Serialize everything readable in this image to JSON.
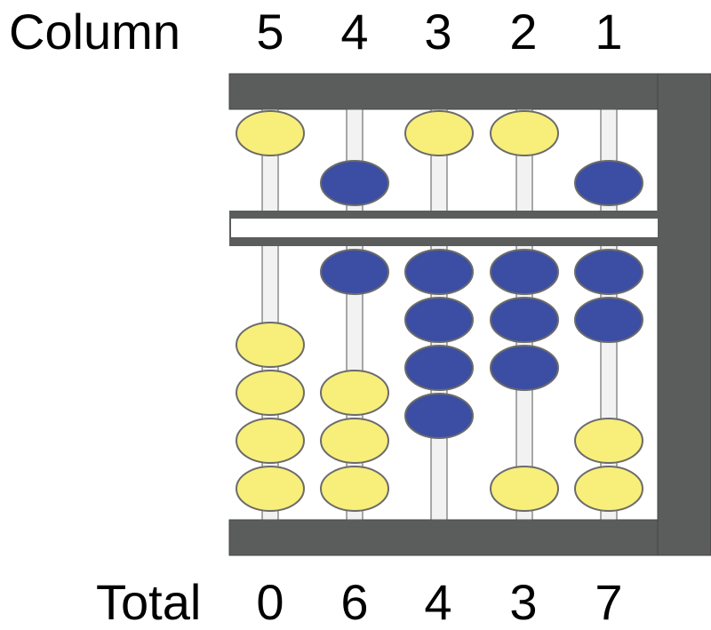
{
  "header": {
    "label": "Column",
    "columns": [
      "5",
      "4",
      "3",
      "2",
      "1"
    ]
  },
  "footer": {
    "label": "Total",
    "totals": [
      "0",
      "6",
      "4",
      "3",
      "7"
    ]
  },
  "abacus": {
    "frame_color": "#5b5d5d",
    "rod_color": "#f2f2f2",
    "bead_outline": "#6b6b6b",
    "active_color": "#3b4ea3",
    "inactive_color": "#f8ee7a",
    "columns": [
      {
        "name": "5",
        "upper_active": false,
        "lower_active": 0,
        "value": 0
      },
      {
        "name": "4",
        "upper_active": true,
        "lower_active": 1,
        "value": 6
      },
      {
        "name": "3",
        "upper_active": false,
        "lower_active": 4,
        "value": 4
      },
      {
        "name": "2",
        "upper_active": false,
        "lower_active": 3,
        "value": 3
      },
      {
        "name": "1",
        "upper_active": true,
        "lower_active": 2,
        "value": 7
      }
    ]
  }
}
